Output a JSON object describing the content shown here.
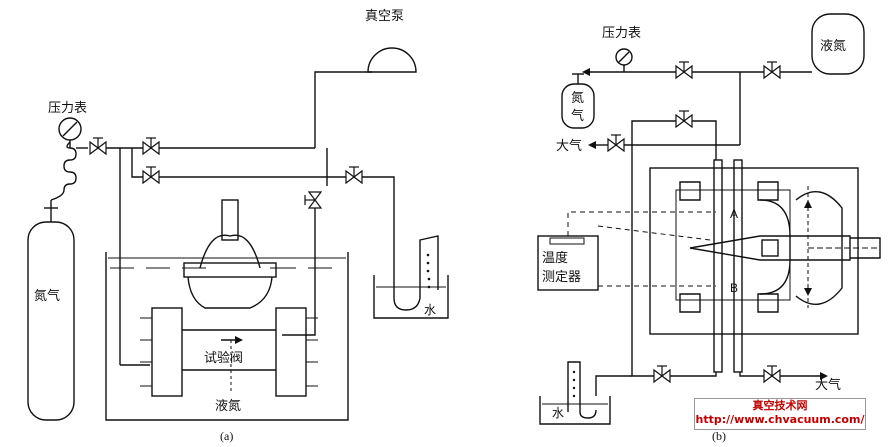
{
  "diagram_a": {
    "pressure_gauge": "压力表",
    "vacuum_pump": "真空泵",
    "nitrogen_gas": "氮气",
    "test_valve": "试验阀",
    "liquid_nitrogen": "液氮",
    "water": "水",
    "caption": "(a)"
  },
  "diagram_b": {
    "pressure_gauge": "压力表",
    "liquid_nitrogen": "液氮",
    "nitrogen_gas_l1": "氮",
    "nitrogen_gas_l2": "气",
    "atmosphere_top": "大气",
    "atmosphere_bottom": "大气",
    "temp_device_l1": "温度",
    "temp_device_l2": "测定器",
    "point_a": "A",
    "point_b": "B",
    "water": "水",
    "caption": "(b)"
  },
  "watermark": {
    "line1": "真空技术网",
    "line2": "http://www.chvacuum.com/"
  },
  "colors": {
    "line": "#111111",
    "watermark": "#c00000"
  }
}
